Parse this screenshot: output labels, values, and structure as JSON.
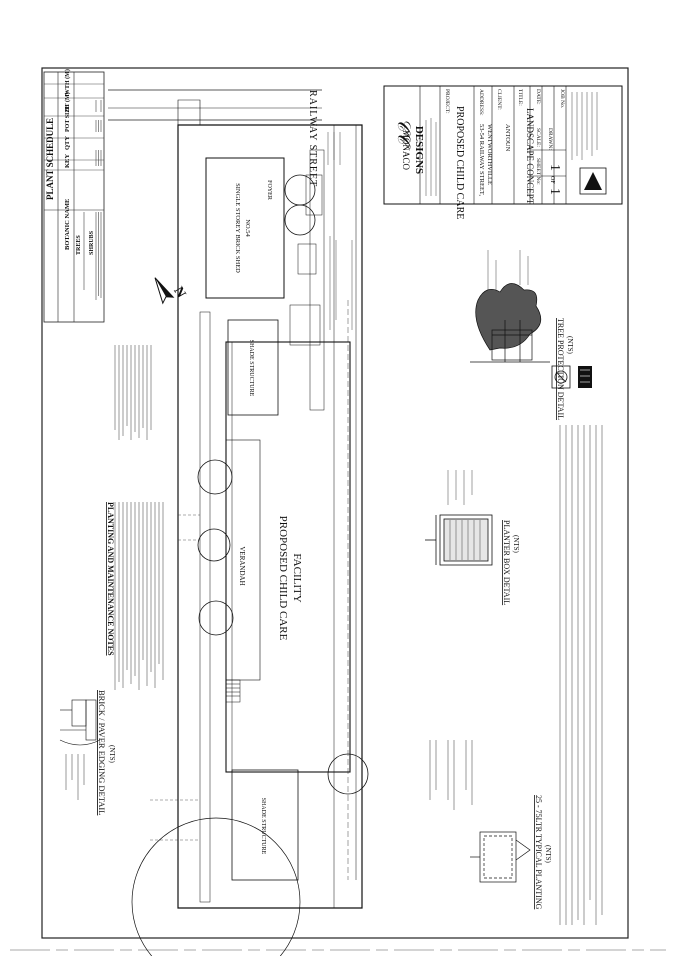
{
  "plant_schedule": {
    "title": "PLANT SCHEDULE",
    "headers": [
      "BOTANIC NAME",
      "KEY",
      "QTY",
      "POT SIZE",
      "HT (M)",
      "WTH (M)"
    ],
    "group_trees": "TREES",
    "group_shrubs": "SHRUBS"
  },
  "street": "RAILWAY STREET",
  "title_block": {
    "company_line1": "MONACO",
    "company_line2": "DESIGNS",
    "project_label": "PROJECT:",
    "project": "PROPOSED CHILD CARE",
    "address_label": "ADDRESS:",
    "address_line1": "53-54 RAILWAY STREET,",
    "address_line2": "WENTWORTHVILLE",
    "client_label": "CLIENT:",
    "client": "ANTOUN",
    "title_label": "TITLE:",
    "title": "LANDSCAPE CONCEPT",
    "date_label": "DATE:",
    "scale_label": "SCALE:",
    "sheet_label": "SHEET No:",
    "job_label": "JOB No.",
    "drawn_label": "DRAWN:",
    "sheet_number": "1",
    "sheet_of": "OF",
    "sheet_total": "1"
  },
  "plan": {
    "facility_line1": "PROPOSED CHILD CARE",
    "facility_line2": "FACILITY",
    "veranda": "VERANDAH",
    "shade_structure": "SHADE STRUCTURE",
    "brick_shed_line1": "SINGLE STOREY BRICK SHED",
    "brick_shed_line2": "NO.54",
    "foyer": "FOYER"
  },
  "notes_title": "PLANTING AND MAINTENANCE NOTES",
  "details": {
    "brick_paver": "BRICK / PAVER EDGING DETAIL",
    "brick_paver_nts": "(NTS)",
    "typical_planting": "25 - 75LTR TYPICAL PLANTING",
    "typical_planting_nts": "(NTS)",
    "planter_box": "PLANTER BOX DETAIL",
    "planter_box_nts": "(NTS)",
    "tree_protection": "TREE PROTECTION DETAIL",
    "tree_protection_nts": "(NTS)"
  }
}
